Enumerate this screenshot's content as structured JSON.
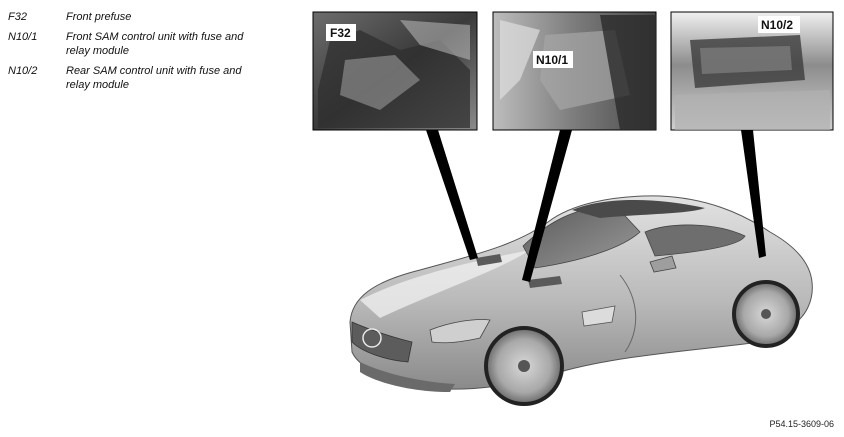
{
  "legend": [
    {
      "code": "F32",
      "description": "Front prefuse"
    },
    {
      "code": "N10/1",
      "description": "Front SAM control unit with fuse and relay module"
    },
    {
      "code": "N10/2",
      "description": "Rear SAM control unit with fuse and relay module"
    }
  ],
  "callouts": {
    "f32": "F32",
    "n10_1": "N10/1",
    "n10_2": "N10/2"
  },
  "figure_reference": "P54.15-3609-06"
}
